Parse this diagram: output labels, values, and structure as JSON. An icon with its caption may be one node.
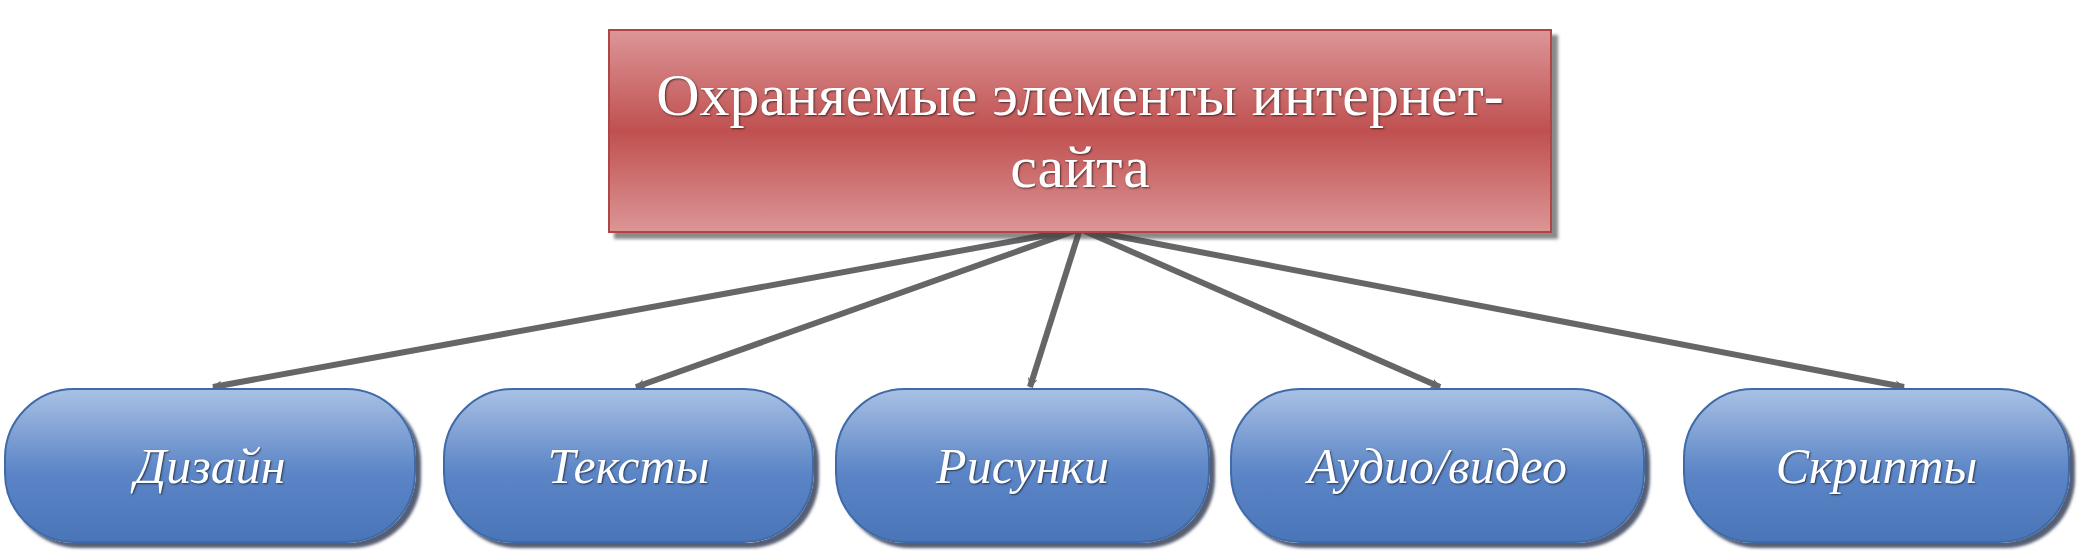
{
  "diagram": {
    "nodes": [
      {
        "text": [
          "Охраняемые элементы интернет-сайта"
        ]
      },
      {
        "text": [
          "Дизайн"
        ]
      },
      {
        "text": [
          "Тексты"
        ]
      },
      {
        "text": [
          "Рисунки"
        ]
      },
      {
        "text": [
          "Аудио/видео"
        ]
      },
      {
        "text": [
          "Скрипты"
        ]
      }
    ],
    "edges": [
      {
        "from": 0,
        "to": 1,
        "arrow": "to"
      },
      {
        "from": 0,
        "to": 2,
        "arrow": "to"
      },
      {
        "from": 0,
        "to": 3,
        "arrow": "to"
      },
      {
        "from": 0,
        "to": 4,
        "arrow": "to"
      },
      {
        "from": 0,
        "to": 5,
        "arrow": "to"
      }
    ]
  }
}
